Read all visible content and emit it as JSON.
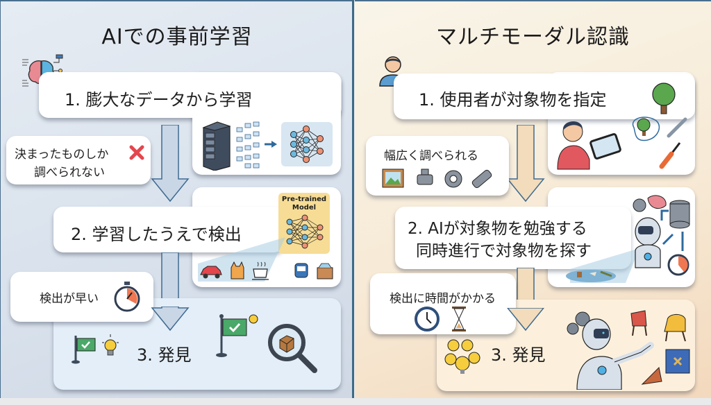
{
  "left_panel": {
    "title": "AIでの事前学習",
    "step1": {
      "label": "1.  膨大なデータから学習"
    },
    "note1": {
      "line1": "決まったものしか",
      "line2": "調べられない"
    },
    "step2": {
      "label": "2.  学習したうえで検出",
      "model_badge_line1": "Pre-trained",
      "model_badge_line2": "Model"
    },
    "note2": {
      "label": "検出が早い"
    },
    "step3": {
      "label": "3.  発見"
    },
    "colors": {
      "arrow": "#c9d6e6",
      "arrow_stroke": "#3f6a8f",
      "step3_bg": "#e3eef8"
    }
  },
  "right_panel": {
    "title": "マルチモーダル認識",
    "step1": {
      "label": "1.  使用者が対象物を指定"
    },
    "note1": {
      "label": "幅広く調べられる"
    },
    "step2": {
      "line1": "2.   AIが対象物を勉強する",
      "line2": "同時進行で対象物を探す"
    },
    "note2": {
      "label": "検出に時間がかかる"
    },
    "step3": {
      "label": "3.  発見"
    },
    "colors": {
      "arrow": "#f2dcbb",
      "arrow_stroke": "#3f6a8f",
      "step3_bg": "#fcf0dc"
    }
  }
}
